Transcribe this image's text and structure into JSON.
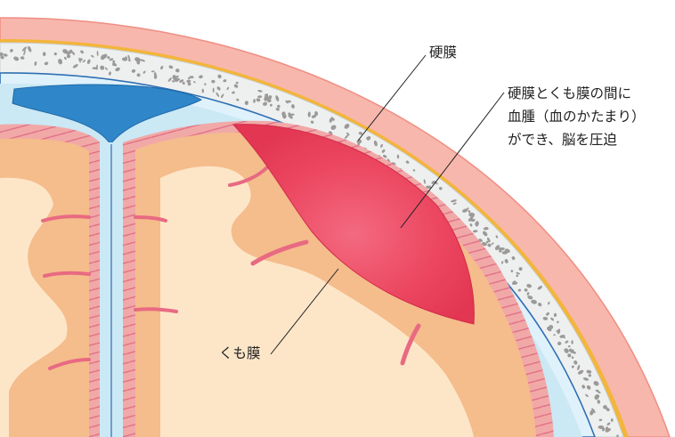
{
  "labels": {
    "dura_mater": "硬膜",
    "arachnoid": "くも膜",
    "hematoma_description": [
      "硬膜とくも膜の間に",
      "血腫（血のかたまり）",
      "ができ、脳を圧迫"
    ]
  },
  "colors": {
    "scalp": "#f7b7ad",
    "skin_edge": "#ef8e82",
    "skull": "#eef0f0",
    "skull_pores": "#9b9a98",
    "periosteum": "#f3b53b",
    "dura": "#2f6fb3",
    "csf": "#cbe8f5",
    "sinus": "#2f86c9",
    "cortex_gray": "#f5bc8c",
    "white_matter": "#fde6c8",
    "pia_vessels": "#e86a82",
    "hematoma": "#ec4660",
    "leader_lines": "#222222"
  }
}
